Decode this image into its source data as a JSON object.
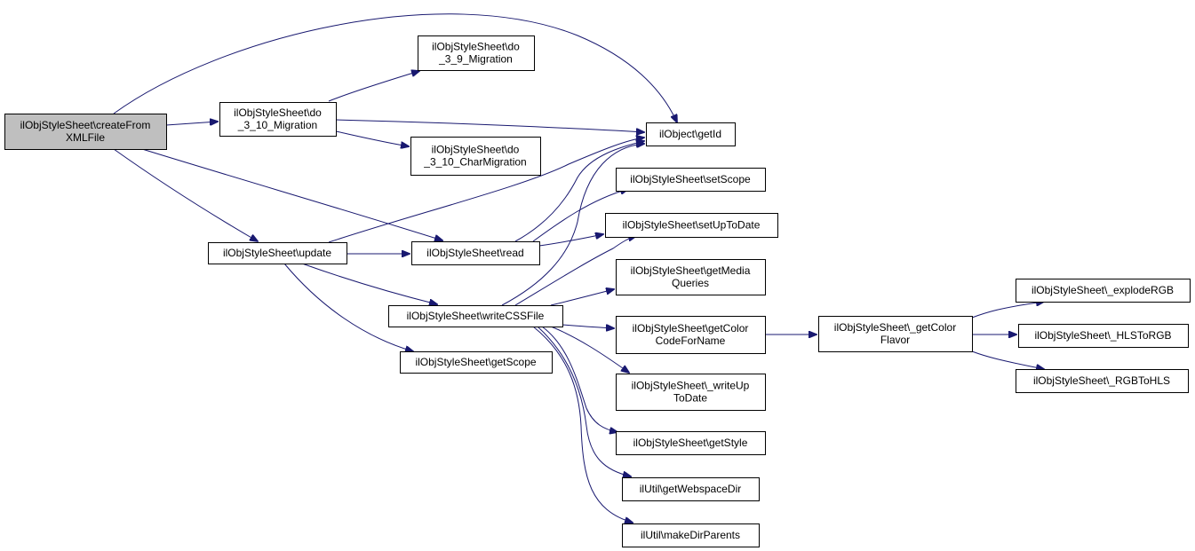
{
  "diagram": {
    "type": "call-graph",
    "edge_color": "#191970",
    "root_fill": "#bfbfbf",
    "nodes": [
      {
        "id": "createFromXMLFile",
        "label": [
          "ilObjStyleSheet\\createFrom",
          "XMLFile"
        ],
        "root": true
      },
      {
        "id": "do_3_10_Migration",
        "label": [
          "ilObjStyleSheet\\do",
          "_3_10_Migration"
        ]
      },
      {
        "id": "do_3_9_Migration",
        "label": [
          "ilObjStyleSheet\\do",
          "_3_9_Migration"
        ]
      },
      {
        "id": "do_3_10_CharMigration",
        "label": [
          "ilObjStyleSheet\\do",
          "_3_10_CharMigration"
        ]
      },
      {
        "id": "getId",
        "label": [
          "ilObject\\getId"
        ]
      },
      {
        "id": "update",
        "label": [
          "ilObjStyleSheet\\update"
        ]
      },
      {
        "id": "read",
        "label": [
          "ilObjStyleSheet\\read"
        ]
      },
      {
        "id": "writeCSSFile",
        "label": [
          "ilObjStyleSheet\\writeCSSFile"
        ]
      },
      {
        "id": "getScope",
        "label": [
          "ilObjStyleSheet\\getScope"
        ]
      },
      {
        "id": "setScope",
        "label": [
          "ilObjStyleSheet\\setScope"
        ]
      },
      {
        "id": "setUpToDate",
        "label": [
          "ilObjStyleSheet\\setUpToDate"
        ]
      },
      {
        "id": "getMediaQueries",
        "label": [
          "ilObjStyleSheet\\getMedia",
          "Queries"
        ]
      },
      {
        "id": "getColorCodeForName",
        "label": [
          "ilObjStyleSheet\\getColor",
          "CodeForName"
        ]
      },
      {
        "id": "writeUpToDate",
        "label": [
          "ilObjStyleSheet\\_writeUp",
          "ToDate"
        ]
      },
      {
        "id": "getStyle",
        "label": [
          "ilObjStyleSheet\\getStyle"
        ]
      },
      {
        "id": "getWebspaceDir",
        "label": [
          "ilUtil\\getWebspaceDir"
        ]
      },
      {
        "id": "makeDirParents",
        "label": [
          "ilUtil\\makeDirParents"
        ]
      },
      {
        "id": "getColorFlavor",
        "label": [
          "ilObjStyleSheet\\_getColor",
          "Flavor"
        ]
      },
      {
        "id": "explodeRGB",
        "label": [
          "ilObjStyleSheet\\_explodeRGB"
        ]
      },
      {
        "id": "HLSToRGB",
        "label": [
          "ilObjStyleSheet\\_HLSToRGB"
        ]
      },
      {
        "id": "RGBToHLS",
        "label": [
          "ilObjStyleSheet\\_RGBToHLS"
        ]
      }
    ],
    "edges": [
      [
        "createFromXMLFile",
        "getId"
      ],
      [
        "createFromXMLFile",
        "do_3_10_Migration"
      ],
      [
        "createFromXMLFile",
        "read"
      ],
      [
        "createFromXMLFile",
        "update"
      ],
      [
        "do_3_10_Migration",
        "do_3_9_Migration"
      ],
      [
        "do_3_10_Migration",
        "getId"
      ],
      [
        "do_3_10_Migration",
        "do_3_10_CharMigration"
      ],
      [
        "update",
        "getId"
      ],
      [
        "update",
        "read"
      ],
      [
        "update",
        "writeCSSFile"
      ],
      [
        "update",
        "getScope"
      ],
      [
        "read",
        "getId"
      ],
      [
        "read",
        "setScope"
      ],
      [
        "read",
        "setUpToDate"
      ],
      [
        "writeCSSFile",
        "getId"
      ],
      [
        "writeCSSFile",
        "setUpToDate"
      ],
      [
        "writeCSSFile",
        "getMediaQueries"
      ],
      [
        "writeCSSFile",
        "getColorCodeForName"
      ],
      [
        "writeCSSFile",
        "writeUpToDate"
      ],
      [
        "writeCSSFile",
        "getStyle"
      ],
      [
        "writeCSSFile",
        "getWebspaceDir"
      ],
      [
        "writeCSSFile",
        "makeDirParents"
      ],
      [
        "getColorCodeForName",
        "getColorFlavor"
      ],
      [
        "getColorFlavor",
        "explodeRGB"
      ],
      [
        "getColorFlavor",
        "HLSToRGB"
      ],
      [
        "getColorFlavor",
        "RGBToHLS"
      ]
    ]
  }
}
